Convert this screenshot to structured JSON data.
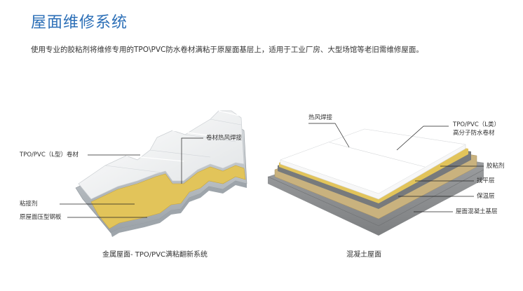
{
  "page": {
    "title": "屋面维修系统",
    "description": "使用专业的胶粘剂将维修专用的TPO\\PVC防水卷材满粘于原屋面基层上，适用于工业厂房、大型场馆等老旧需维修屋面。"
  },
  "left_diagram": {
    "labels": {
      "tpo_membrane": "TPO/PVC（L型）卷材",
      "hot_air_weld": "卷材热风焊接",
      "adhesive": "粘接剂",
      "steel_sheet": "原屋面压型钢板"
    },
    "caption": "金属屋面- TPO/PVC满粘翻新系统"
  },
  "right_diagram": {
    "labels": {
      "hot_air_weld": "热风焊接",
      "membrane_line1": "TPO/PVC（L类）",
      "membrane_line2": "高分子防水卷材",
      "glue": "胶粘剂",
      "leveling": "找平层",
      "insulation": "保温层",
      "concrete_base": "屋面混凝土基层"
    },
    "caption": "混凝土屋面"
  },
  "colors": {
    "title": "#2c6fb7",
    "membrane": "#f4f5f5",
    "adhesive": "#e2c45a",
    "steel": "#b8bec4",
    "insulation": "#c9b27e",
    "leveling": "#777a7c",
    "concrete": "#8f9193"
  }
}
